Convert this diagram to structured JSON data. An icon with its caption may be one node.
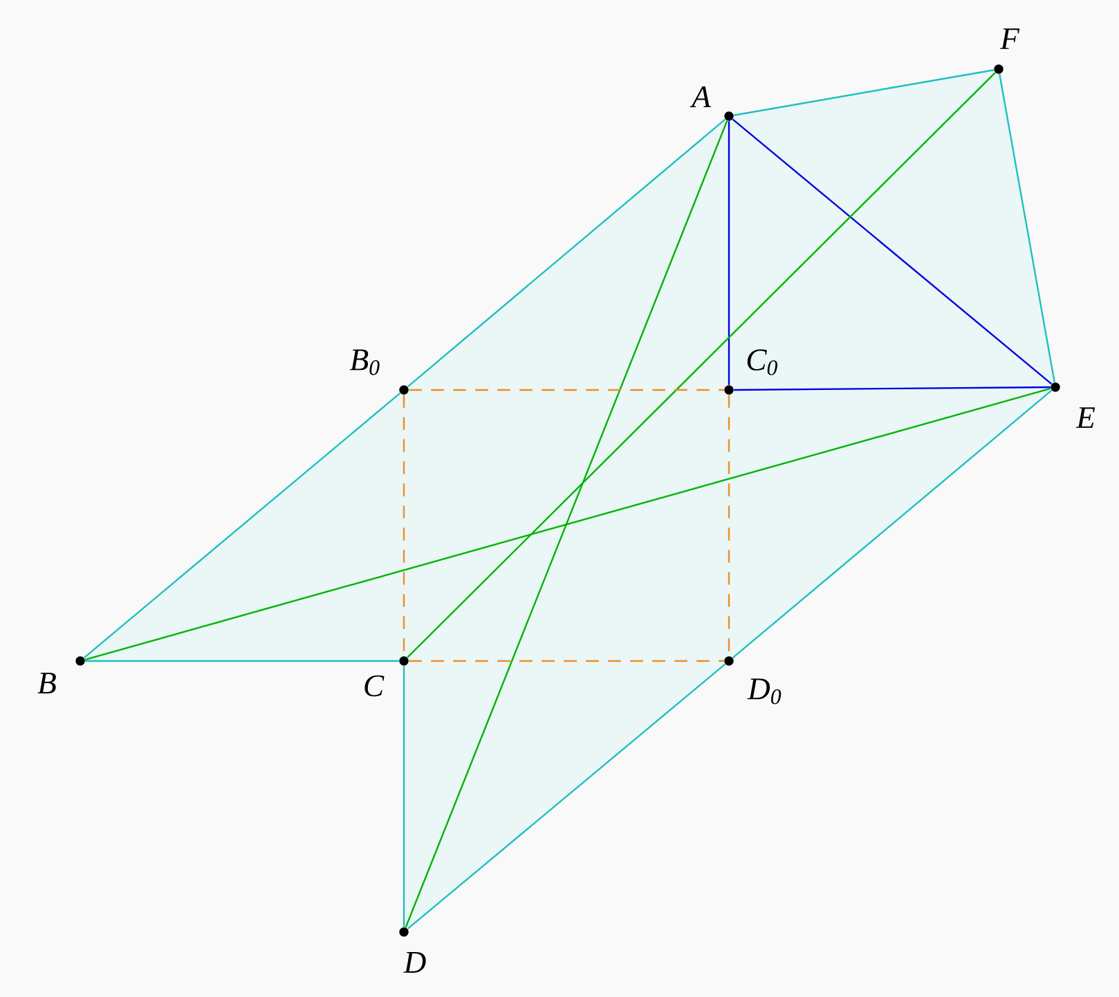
{
  "diagram": {
    "nodes": [
      {
        "text": [
          "A"
        ]
      },
      {
        "text": [
          "F"
        ]
      },
      {
        "text": [
          "B$_{0}$"
        ]
      },
      {
        "text": [
          "C$_{0}$"
        ]
      },
      {
        "text": [
          "E"
        ]
      },
      {
        "text": [
          "B"
        ]
      },
      {
        "text": [
          "C"
        ]
      },
      {
        "text": [
          "D$_{0}$"
        ]
      },
      {
        "text": [
          "D"
        ]
      }
    ],
    "edges": [
      {
        "from": 0,
        "to": 1,
        "arrow": "none"
      },
      {
        "from": 1,
        "to": 4,
        "arrow": "none"
      },
      {
        "from": 0,
        "to": 2,
        "arrow": "none"
      },
      {
        "from": 2,
        "to": 5,
        "arrow": "none"
      },
      {
        "from": 5,
        "to": 6,
        "arrow": "none"
      },
      {
        "from": 6,
        "to": 8,
        "arrow": "none"
      },
      {
        "from": 8,
        "to": 7,
        "arrow": "none"
      },
      {
        "from": 7,
        "to": 4,
        "arrow": "none"
      },
      {
        "from": 0,
        "to": 3,
        "arrow": "none",
        "color": "#0000e6"
      },
      {
        "from": 3,
        "to": 4,
        "arrow": "none",
        "color": "#0000e6"
      },
      {
        "from": 0,
        "to": 4,
        "arrow": "none",
        "color": "#0000e6"
      },
      {
        "from": 0,
        "to": 8,
        "arrow": "none",
        "color": "#00b400"
      },
      {
        "from": 1,
        "to": 6,
        "arrow": "none",
        "color": "#00b400"
      },
      {
        "from": 5,
        "to": 4,
        "arrow": "none",
        "color": "#00b400"
      },
      {
        "from": 2,
        "to": 3,
        "arrow": "none",
        "style": "dashed",
        "color": "#f08c28"
      },
      {
        "from": 2,
        "to": 6,
        "arrow": "none",
        "style": "dashed",
        "color": "#f08c28"
      },
      {
        "from": 6,
        "to": 7,
        "arrow": "none",
        "style": "dashed",
        "color": "#f08c28"
      },
      {
        "from": 3,
        "to": 7,
        "arrow": "none",
        "style": "dashed",
        "color": "#f08c28"
      }
    ]
  }
}
